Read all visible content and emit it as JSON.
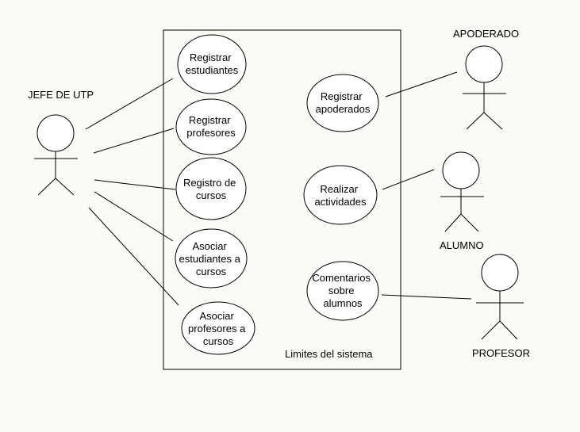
{
  "colors": {
    "background": "#fbfaf4",
    "stroke": "#000000",
    "fill": "#ffffff"
  },
  "system": {
    "label": "Limites del sistema"
  },
  "actors": [
    {
      "id": "jefe",
      "name": "JEFE DE UTP"
    },
    {
      "id": "apoderado",
      "name": "APODERADO"
    },
    {
      "id": "alumno",
      "name": "ALUMNO"
    },
    {
      "id": "profesor",
      "name": "PROFESOR"
    }
  ],
  "use_cases": [
    {
      "id": "registrar-estudiantes",
      "lines": [
        "Registrar",
        "estudiantes"
      ]
    },
    {
      "id": "registrar-profesores",
      "lines": [
        "Registrar",
        "profesores"
      ]
    },
    {
      "id": "registro-de-cursos",
      "lines": [
        "Registro de",
        "cursos"
      ]
    },
    {
      "id": "asociar-estudiantes-a-cursos",
      "lines": [
        "Asociar",
        "estudiantes a",
        "cursos"
      ]
    },
    {
      "id": "asociar-profesores-a-cursos",
      "lines": [
        "Asociar",
        "profesores a",
        "cursos"
      ]
    },
    {
      "id": "registrar-apoderados",
      "lines": [
        "Registrar",
        "apoderados"
      ]
    },
    {
      "id": "realizar-actividades",
      "lines": [
        "Realizar",
        "actividades"
      ]
    },
    {
      "id": "comentarios-sobre-alumnos",
      "lines": [
        "Comentarios",
        "sobre",
        "alumnos"
      ]
    }
  ],
  "associations": [
    {
      "actor": "jefe",
      "use_case": "registrar-estudiantes"
    },
    {
      "actor": "jefe",
      "use_case": "registrar-profesores"
    },
    {
      "actor": "jefe",
      "use_case": "registro-de-cursos"
    },
    {
      "actor": "jefe",
      "use_case": "asociar-estudiantes-a-cursos"
    },
    {
      "actor": "jefe",
      "use_case": "asociar-profesores-a-cursos"
    },
    {
      "actor": "apoderado",
      "use_case": "registrar-apoderados"
    },
    {
      "actor": "alumno",
      "use_case": "realizar-actividades"
    },
    {
      "actor": "profesor",
      "use_case": "comentarios-sobre-alumnos"
    }
  ]
}
